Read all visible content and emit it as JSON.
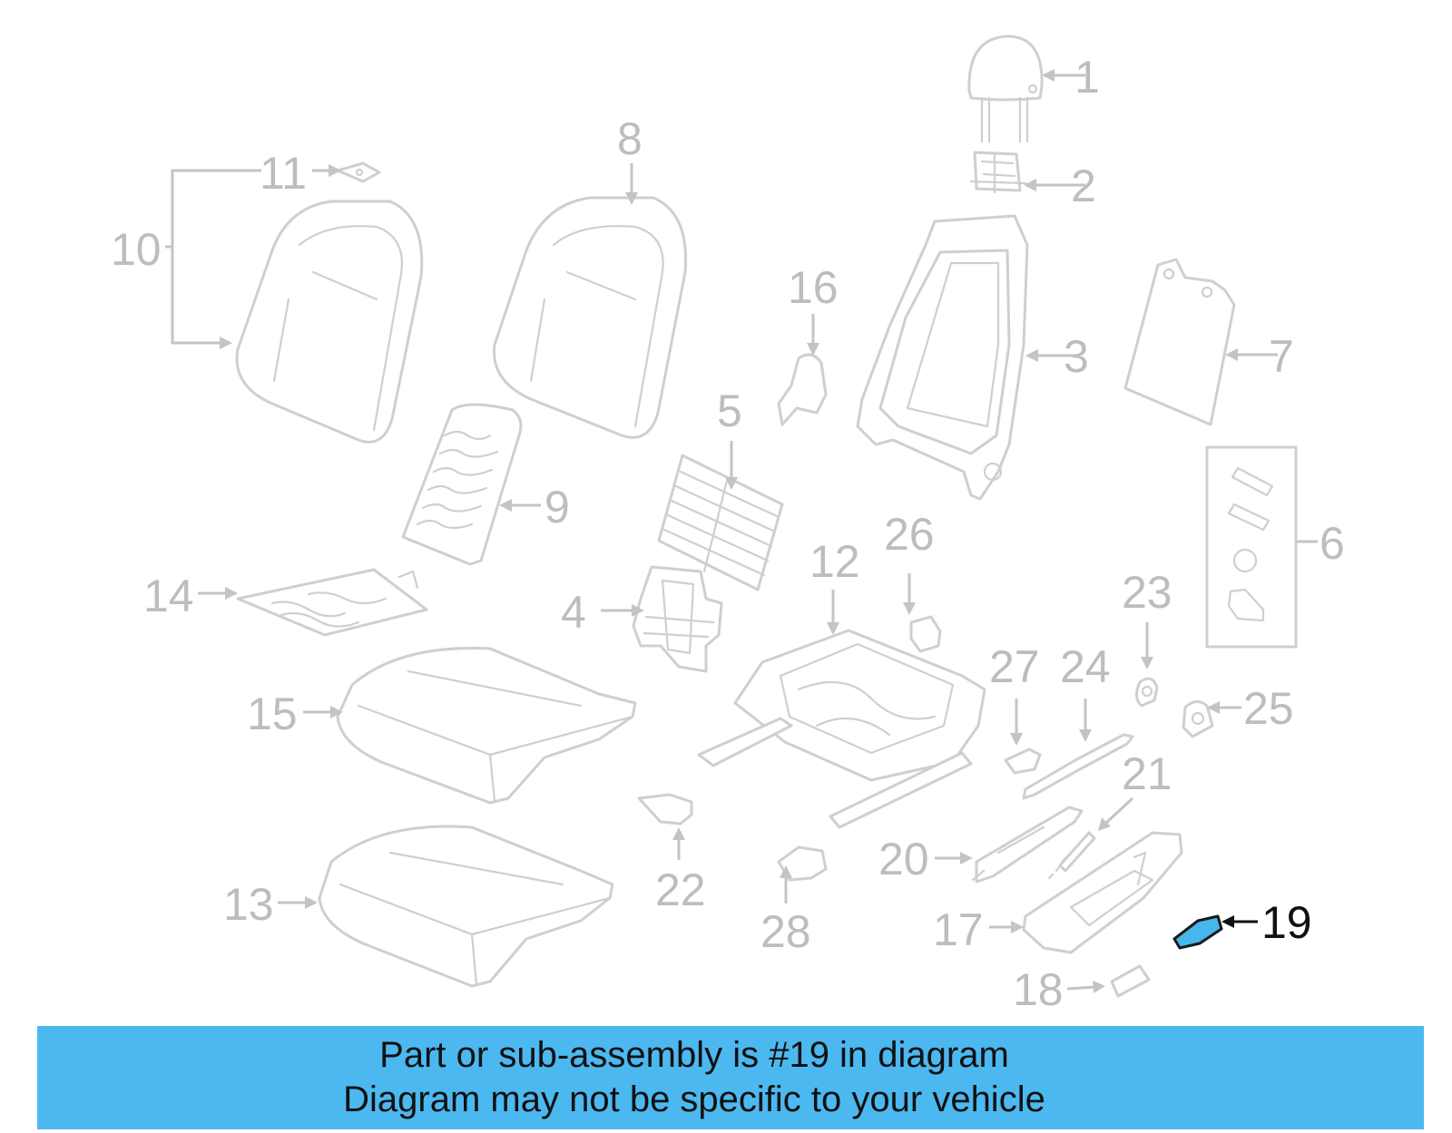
{
  "callouts": {
    "c1": "1",
    "c2": "2",
    "c3": "3",
    "c4": "4",
    "c5": "5",
    "c6": "6",
    "c7": "7",
    "c8": "8",
    "c9": "9",
    "c10": "10",
    "c11": "11",
    "c12": "12",
    "c13": "13",
    "c14": "14",
    "c15": "15",
    "c16": "16",
    "c17": "17",
    "c18": "18",
    "c19": "19",
    "c20": "20",
    "c21": "21",
    "c22": "22",
    "c23": "23",
    "c24": "24",
    "c25": "25",
    "c26": "26",
    "c27": "27",
    "c28": "28"
  },
  "highlighted_part": "19",
  "colors": {
    "banner": "#4cb8f0",
    "highlight_fill": "#47b6ec",
    "line_art": "#cfcfcf",
    "callout_text": "#bdbdbd",
    "highlight_text": "#111111"
  },
  "caption": {
    "line1": "Part or sub-assembly is #19 in diagram",
    "line2": "Diagram may not be specific to your vehicle"
  }
}
